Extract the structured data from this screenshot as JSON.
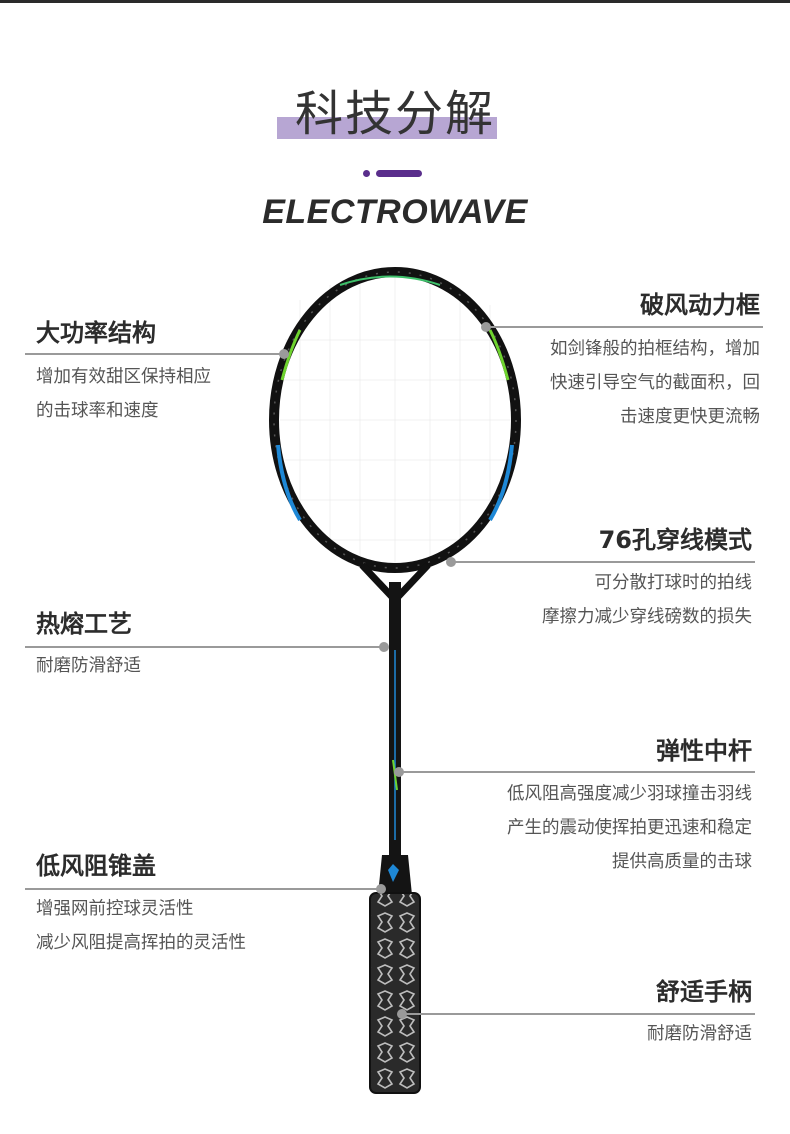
{
  "header": {
    "title": "科技分解",
    "model": "ELECTROWAVE"
  },
  "colors": {
    "highlight": "#b7a6d3",
    "accent": "#5a2e8c",
    "frame_green": "#6fd42f",
    "frame_blue": "#1e88d6"
  },
  "features": [
    {
      "title": "大功率结构",
      "desc": [
        "增加有效甜区保持相应",
        "的击球率和速度"
      ]
    },
    {
      "title": "破风动力框",
      "desc": [
        "如剑锋般的拍框结构，增加",
        "快速引导空气的截面积，回",
        "击速度更快更流畅"
      ]
    },
    {
      "title": "76孔穿线模式",
      "desc": [
        "可分散打球时的拍线",
        "摩擦力减少穿线磅数的损失"
      ]
    },
    {
      "title": "热熔工艺",
      "desc": [
        "耐磨防滑舒适"
      ]
    },
    {
      "title": "弹性中杆",
      "desc": [
        "低风阻高强度减少羽球撞击羽线",
        "产生的震动使挥拍更迅速和稳定",
        "提供高质量的击球"
      ]
    },
    {
      "title": "低风阻锥盖",
      "desc": [
        "增强网前控球灵活性",
        "减少风阻提高挥拍的灵活性"
      ]
    },
    {
      "title": "舒适手柄",
      "desc": [
        "耐磨防滑舒适"
      ]
    }
  ]
}
